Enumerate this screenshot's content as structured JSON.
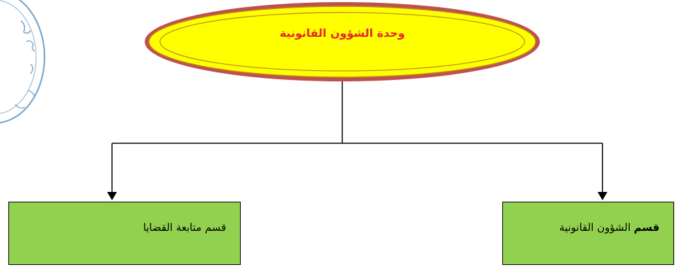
{
  "top_unit": {
    "label": "وحدة الشؤون القانونية",
    "fill_color": "#ffff00",
    "border_color": "#c0504d",
    "text_color": "#e7242b"
  },
  "sections": [
    {
      "label": "قسم متابعة القضايا",
      "fill_color": "#92d050"
    },
    {
      "label_bold": "قسم",
      "label_rest": " الشؤون القانونية",
      "fill_color": "#92d050"
    }
  ],
  "seal": {
    "description_icon": "circular-stamp-icon",
    "color": "#7da7c9"
  }
}
